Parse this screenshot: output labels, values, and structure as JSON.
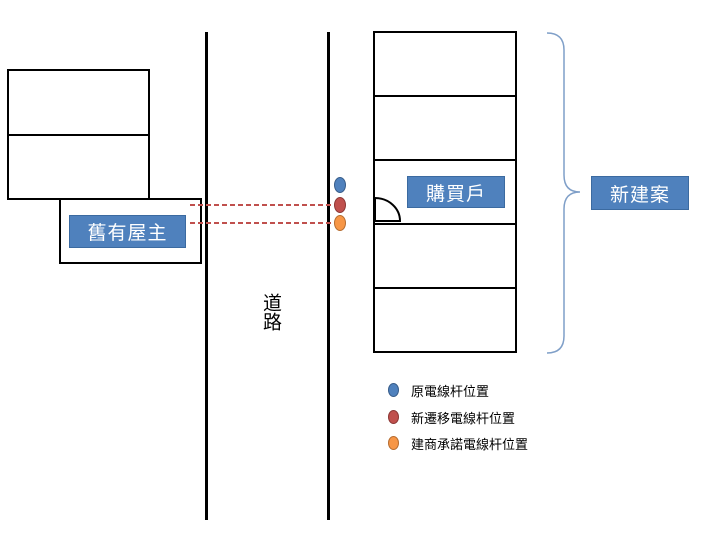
{
  "labels": {
    "old_owner": "舊有屋主",
    "buyer": "購買戶",
    "new_project": "新建案",
    "road": "道路"
  },
  "legend": [
    {
      "text": "原電線杆位置",
      "color": "#4f81bd"
    },
    {
      "text": "新遷移電線杆位置",
      "color": "#c0504d"
    },
    {
      "text": "建商承諾電線杆位置",
      "color": "#f79646"
    }
  ],
  "colors": {
    "label_bg": "#4f81bd",
    "dashed_line": "#c0504d",
    "brace": "#7f9fc8"
  }
}
